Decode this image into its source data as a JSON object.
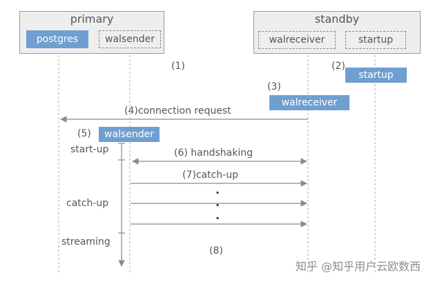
{
  "primary": {
    "title": "primary",
    "postgres": "postgres",
    "walsender": "walsender"
  },
  "standby": {
    "title": "standby",
    "walreceiver": "walreceiver",
    "startup": "startup"
  },
  "steps": {
    "s1": "(1)",
    "s2": "(2)",
    "s2_box": "startup",
    "s3": "(3)",
    "s3_box": "walreceiver",
    "s4": "(4)connection request",
    "s5": "(5)",
    "s5_box": "walsender",
    "s6": "(6)  handshaking",
    "s7": "(7)catch-up",
    "s8": "(8)"
  },
  "phases": {
    "startup": "start-up",
    "catchup": "catch-up",
    "streaming": "streaming"
  },
  "dots": [
    "·",
    "·",
    "·"
  ],
  "watermark": "知乎 @知乎用户云欧数西",
  "colors": {
    "accent_blue": "#6f9fd0",
    "panel_gray": "#eeeeee",
    "line_gray": "#8a8a8a",
    "text_gray": "#555555"
  }
}
